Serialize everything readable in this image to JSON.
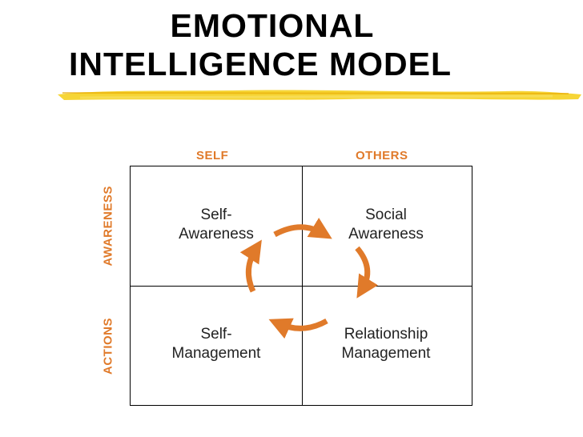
{
  "title": {
    "line1": "EMOTIONAL",
    "line2": "INTELLIGENCE MODEL"
  },
  "columns": [
    "SELF",
    "OTHERS"
  ],
  "rows": [
    "AWARENESS",
    "ACTIONS"
  ],
  "quadrants": {
    "top_left": [
      "Self-",
      "Awareness"
    ],
    "top_right": [
      "Social",
      "Awareness"
    ],
    "bottom_left": [
      "Self-",
      "Management"
    ],
    "bottom_right": [
      "Relationship",
      "Management"
    ]
  },
  "colors": {
    "accent": "#e07a2a",
    "highlighter": "#f5d020"
  }
}
